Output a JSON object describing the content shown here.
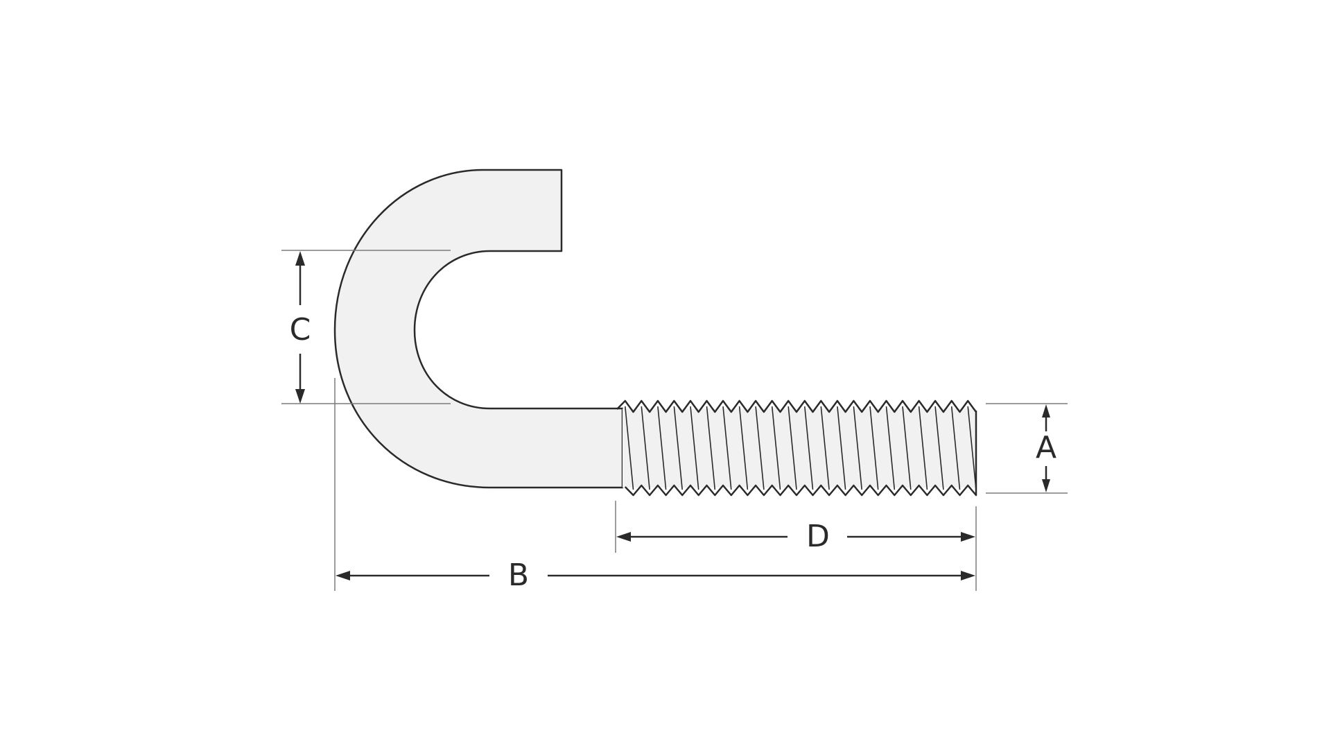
{
  "diagram": {
    "subject": "J-bolt",
    "colors": {
      "outline": "#2a2a2a",
      "fill": "#f1f1f1",
      "extension_lines": "#7a7a7a",
      "background": "#ffffff"
    },
    "dimensions": {
      "a": {
        "label": "A"
      },
      "b": {
        "label": "B"
      },
      "c": {
        "label": "C"
      },
      "d": {
        "label": "D"
      }
    }
  }
}
